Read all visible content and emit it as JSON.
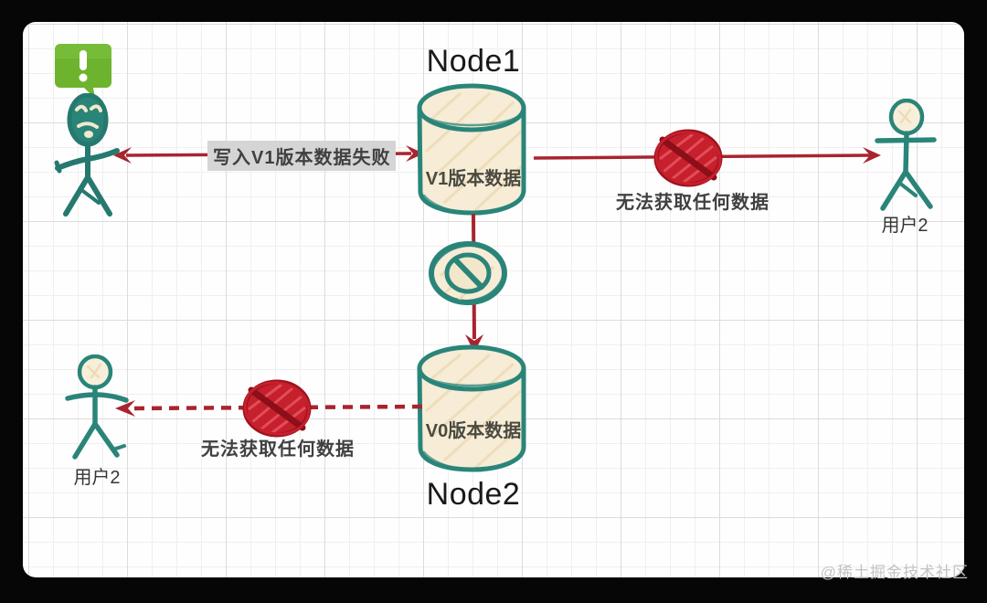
{
  "diagram": {
    "node1": {
      "title": "Node1",
      "data_label": "V1版本数据"
    },
    "node2": {
      "title": "Node2",
      "data_label": "V0版本数据"
    },
    "edges": {
      "write_fail_label": "写入V1版本数据失败",
      "right_blocked_label": "无法获取任何数据",
      "left_blocked_label": "无法获取任何数据"
    },
    "actors": {
      "user_right_label": "用户2",
      "user_left_label": "用户2"
    }
  },
  "icons": {
    "alert": "warning-speech-bubble-icon",
    "blocked_right": "blocked-scribble-icon",
    "blocked_left": "blocked-scribble-icon",
    "partition": "no-sync-prohibition-icon",
    "databases": "database-cylinder",
    "people": "stick-figure-user"
  },
  "colors": {
    "teal": "#2a8579",
    "arrow_red": "#a8242f",
    "scribble_red": "#c6202c",
    "alert_green": "#6db32e",
    "cylinder_fill": "#f7ecd6",
    "label_bg": "#d5d5d5",
    "text_dark": "#404040",
    "paper": "#fefefe"
  },
  "watermark": "@稀土掘金技术社区"
}
